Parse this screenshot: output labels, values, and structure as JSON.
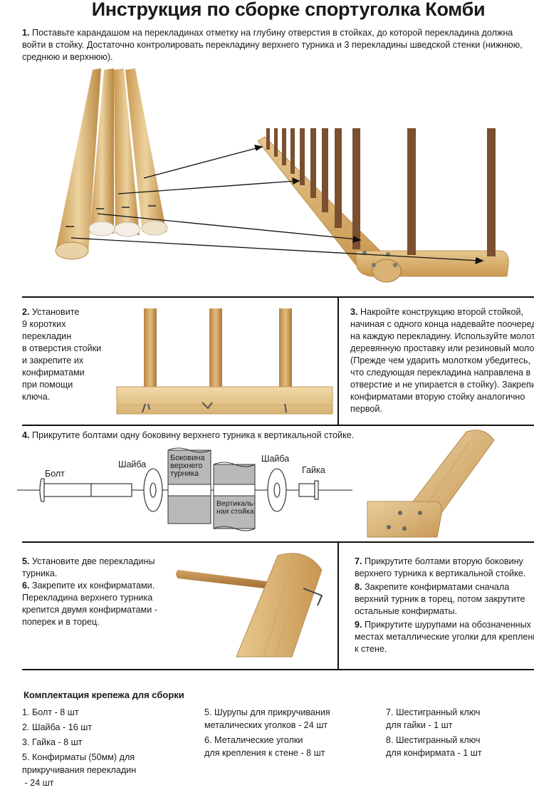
{
  "title": "Инструкция по сборке спортуголка Комби",
  "step1": {
    "num": "1.",
    "text": "Поставьте карандашом на перекладинах отметку на глубину отверстия в стойках, до которой перекладина должна войти в стойку. Достаточно контролировать перекладину верхнего турника и 3 перекладины шведской стенки (нижнюю, среднюю и верхнюю)."
  },
  "step2": {
    "num": "2.",
    "lines": [
      "Установите",
      "9 коротких",
      "перекладин",
      "в отверстия стойки",
      "и закрепите их",
      "конфирматами",
      "при помощи",
      "ключа."
    ]
  },
  "step3": {
    "num": "3.",
    "lines": [
      "Накройте конструкцию второй стойкой,",
      "начиная с одного конца надевайте поочередн",
      "на каждую перекладину. Используйте молоток",
      "деревянную проставку или резиновый молото",
      "(Прежде чем ударить молотком убедитесь,",
      "что следующая перекладина направлена в",
      "отверстие и не упирается в стойку). Закрепите",
      "конфирматами вторую стойку аналогично",
      "первой."
    ]
  },
  "step4": {
    "num": "4.",
    "text": "Прикрутите болтами одну боковину верхнего турника к вертикальной стойке.",
    "labels": {
      "bolt": "Болт",
      "washer_left": "Шайба",
      "side_l1": "Боковина",
      "side_l2": "верхнего",
      "side_l3": "турника",
      "post_l1": "Вертикаль-",
      "post_l2": "ная стойка",
      "washer_right": "Шайба",
      "nut": "Гайка"
    }
  },
  "step5": {
    "num": "5.",
    "lines": [
      "Установите две перекладины",
      "турника."
    ]
  },
  "step6": {
    "num": "6.",
    "lines": [
      "Закрепите их конфирматами.",
      "Перекладина верхнего турника",
      "крепится двумя конфирматами -",
      "поперек и в торец."
    ]
  },
  "step7": {
    "num": "7.",
    "lines": [
      "Прикрутите болтами вторую боковину",
      "верхнего турника к вертикальной стойке."
    ]
  },
  "step8": {
    "num": "8.",
    "lines": [
      "Закрепите конфирматами сначала",
      "верхний турник в торец, потом закрутите",
      "остальные конфирматы."
    ]
  },
  "step9": {
    "num": "9.",
    "lines": [
      "Прикрутите шурупами на обозначенных",
      "местах металлические уголки для крепления",
      "к стене."
    ]
  },
  "kit": {
    "title": "Комплектация крепежа для сборки",
    "col1": [
      "1. Болт - 8 шт",
      "2. Шайба - 16 шт",
      "3. Гайка - 8 шт",
      "5. Конфирматы (50мм) для",
      "прикручивания перекладин",
      " - 24 шт"
    ],
    "col2": [
      "5. Шурупы для прикручивания",
      "металических уголков - 24 шт",
      "6. Металические уголки",
      "для крепления к стене - 8 шт"
    ],
    "col3": [
      "7. Шестигранный ключ",
      "для гайки - 1 шт",
      "8. Шестигранный ключ",
      "для конфирмата - 1 шт"
    ]
  },
  "colors": {
    "wood_light": "#e3c48f",
    "wood_mid": "#c99a58",
    "wood_dark": "#8a5a2b",
    "rung_dark": "#6e4a2a",
    "plate": "#b9b9b9"
  }
}
